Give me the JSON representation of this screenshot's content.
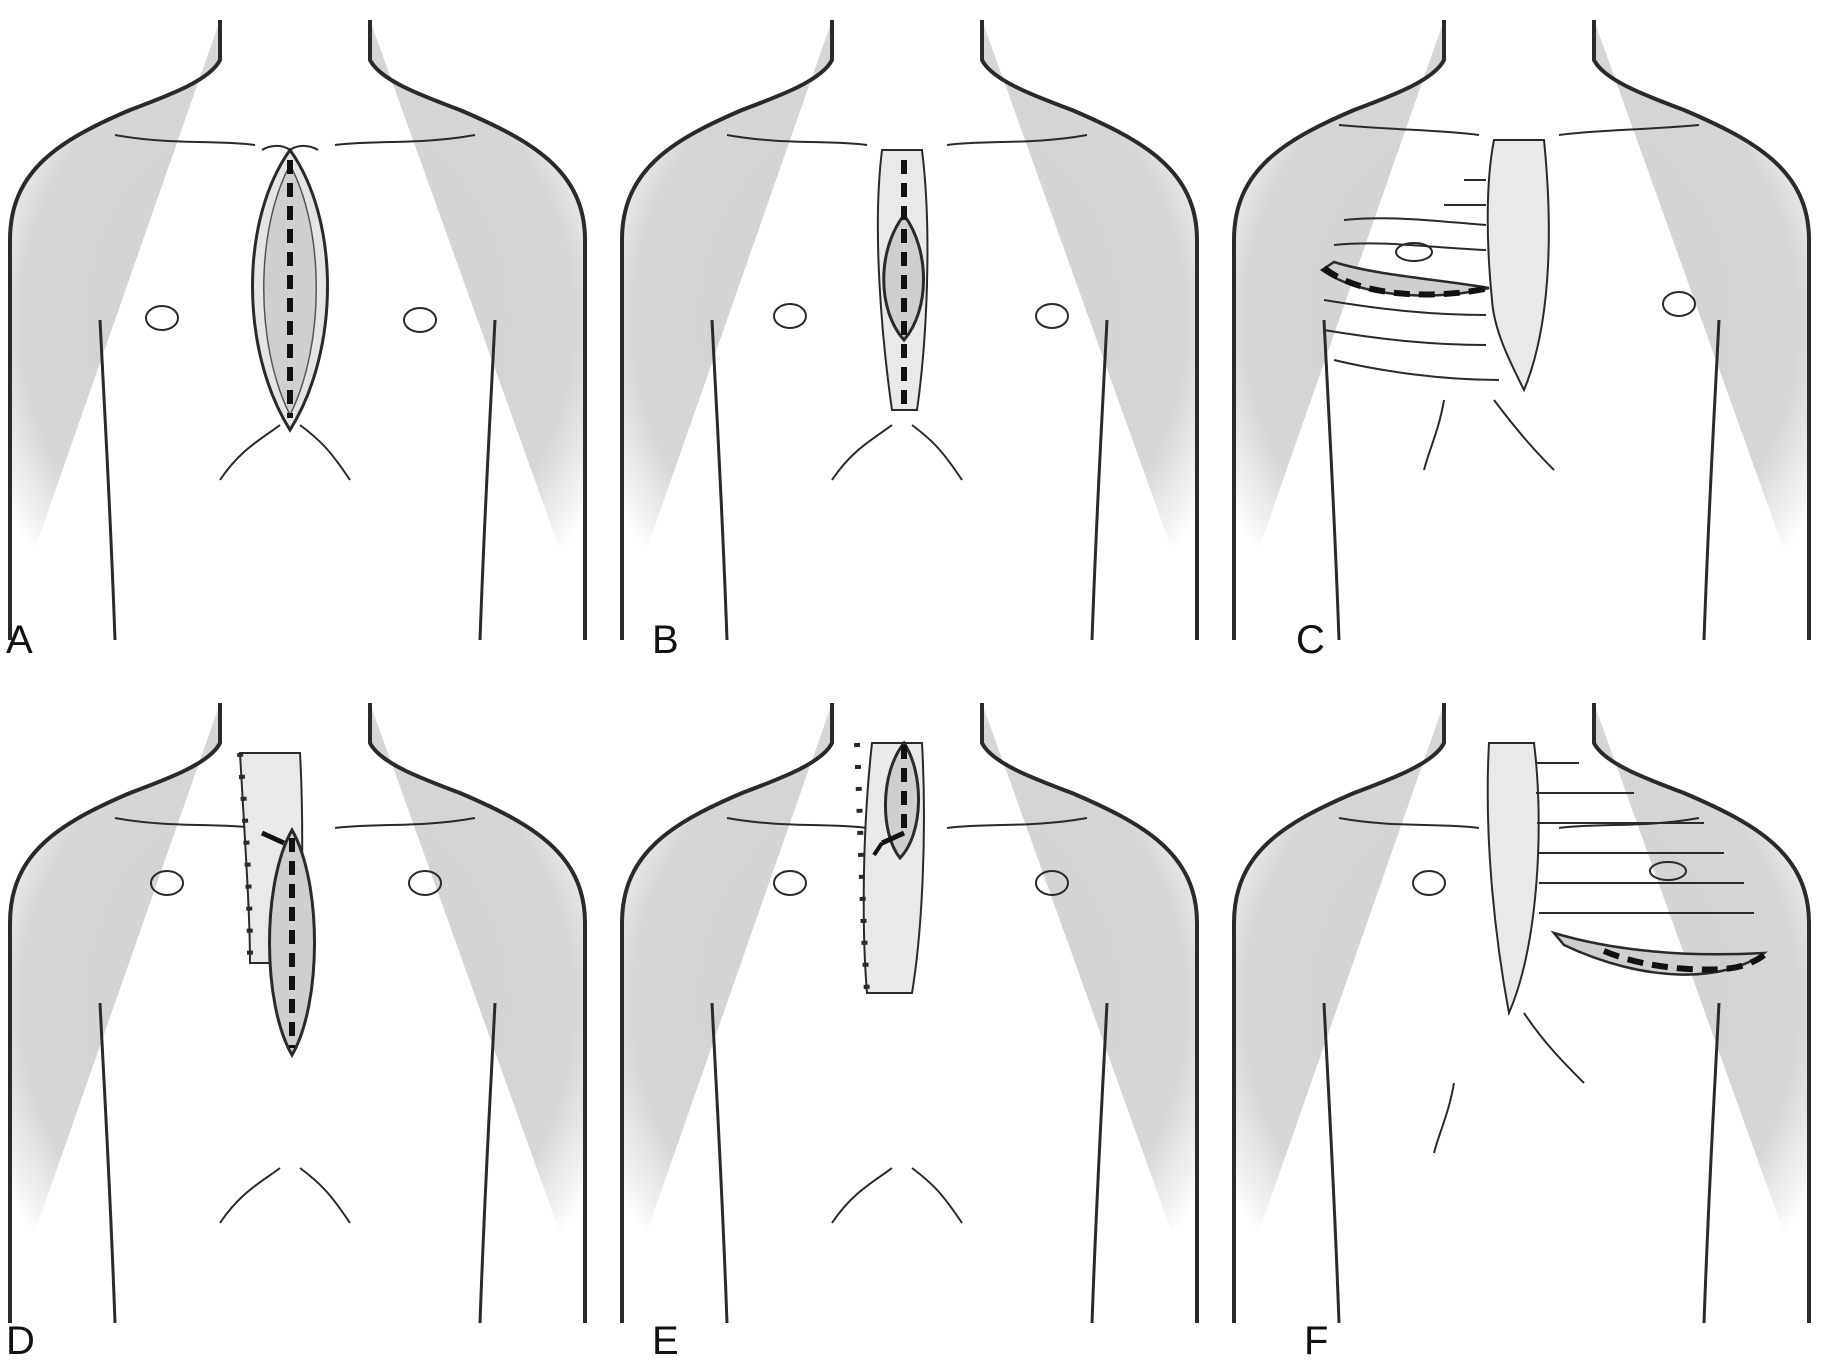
{
  "figure": {
    "panels": [
      {
        "label": "A",
        "procedure": "median-sternotomy"
      },
      {
        "label": "B",
        "procedure": "upper-partial-sternotomy"
      },
      {
        "label": "C",
        "procedure": "right-anterior-thoracotomy"
      },
      {
        "label": "D",
        "procedure": "lower-partial-sternotomy"
      },
      {
        "label": "E",
        "procedure": "upper-hemisternotomy"
      },
      {
        "label": "F",
        "procedure": "left-anterior-thoracotomy"
      }
    ]
  },
  "colors": {
    "background": "#ffffff",
    "skin": "#d4d4d4",
    "outline": "#2a2a2a",
    "incision": "#111111",
    "sternum": "#e9e9e9"
  },
  "icons": [
    "torso-outline",
    "nipple",
    "clavicle",
    "incision-line",
    "sternum",
    "rib"
  ]
}
